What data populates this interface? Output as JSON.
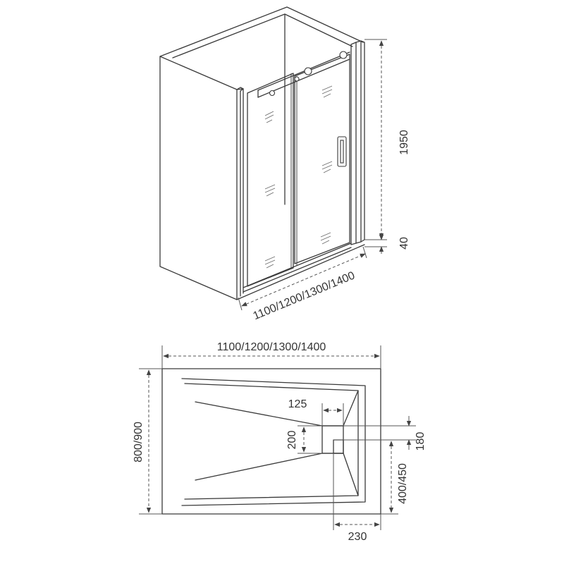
{
  "front_view": {
    "height_label": "1950",
    "threshold_label": "40",
    "width_label": "1100/1200/1300/1400"
  },
  "plan_view": {
    "width_label": "1100/1200/1300/1400",
    "depth_label": "800/900",
    "drain_width_label": "125",
    "drain_height_label": "200",
    "drain_offset_label": "180",
    "drain_position_label": "400/450",
    "drain_side_label": "230"
  }
}
